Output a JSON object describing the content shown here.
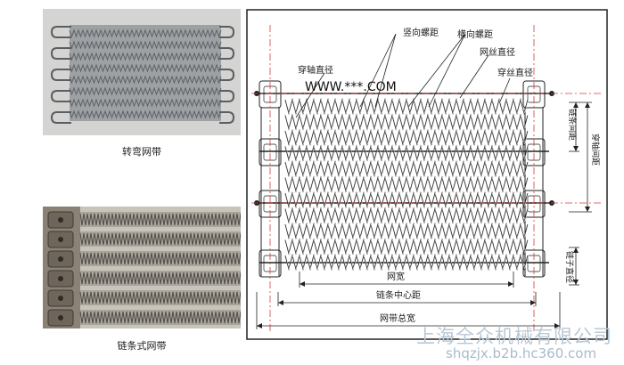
{
  "captions": {
    "turning_belt": "转弯网带",
    "chain_belt": "链条式网带"
  },
  "diagram": {
    "labels": {
      "vertical_pitch": "竖向螺距",
      "horizontal_pitch": "横向螺距",
      "wire_diameter": "网丝直径",
      "shaft_diameter_left": "穿轴直径",
      "shaft_diameter_right": "穿丝直径",
      "chain_pitch": "链条间距",
      "shaft_pitch": "穿轴间距",
      "sprocket_diameter": "链子直径",
      "mesh_width": "网宽",
      "chain_center_distance": "链条中心距",
      "belt_total_width": "网带总宽"
    },
    "overlay": "WWW.***.COM"
  },
  "watermark": {
    "company": "上海全众机械有限公司",
    "site": "shqzjx.b2b.hc360.com"
  },
  "colors": {
    "frame": "#222222",
    "centerline": "#d23c3c",
    "wire": "#333333",
    "photo_wire": "#8a8f95"
  }
}
